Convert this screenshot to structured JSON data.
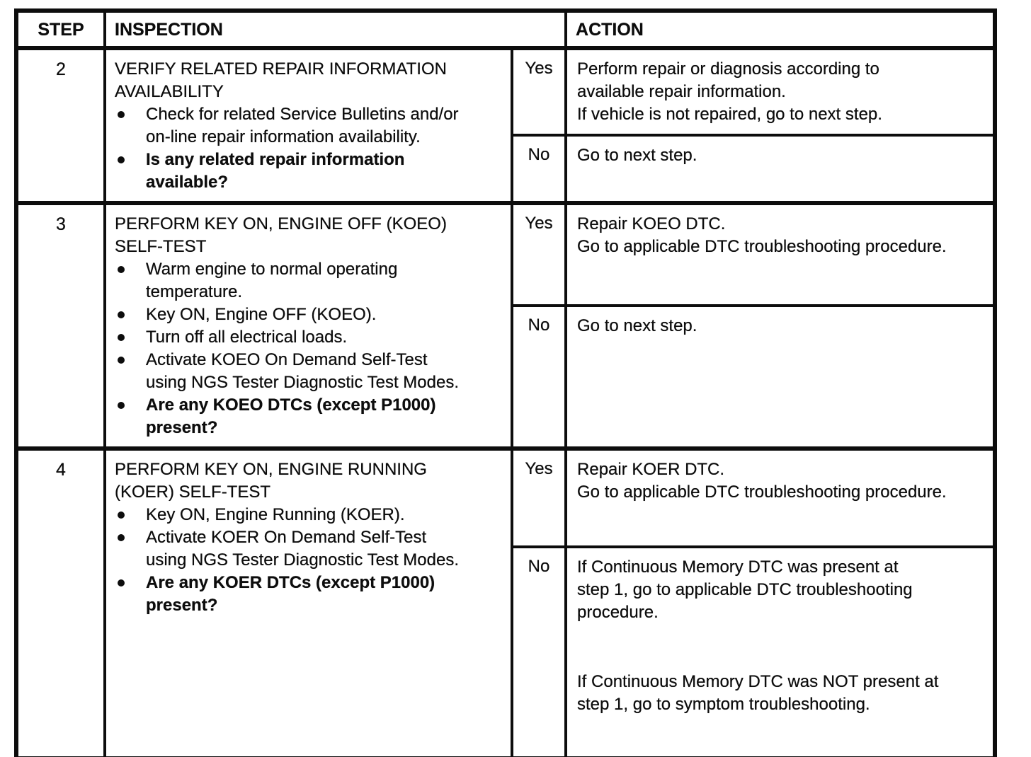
{
  "document": {
    "type": "diagnostic troubleshooting flow table",
    "headers": {
      "step": "STEP",
      "inspection": "INSPECTION",
      "action": "ACTION"
    },
    "rows": [
      {
        "step": "2",
        "title": "VERIFY RELATED REPAIR INFORMATION\nAVAILABILITY",
        "bullets": [
          {
            "text": "Check for related Service Bulletins and/or\non-line repair information availability.",
            "bold": false
          },
          {
            "text": "Is any related repair information\navailable?",
            "bold": true
          }
        ],
        "yes_label": "Yes",
        "yes_action": "Perform repair or diagnosis according to\navailable repair information.\nIf vehicle is not repaired, go to next step.",
        "no_label": "No",
        "no_action": "Go to next step."
      },
      {
        "step": "3",
        "title": "PERFORM KEY ON, ENGINE OFF (KOEO)\nSELF-TEST",
        "bullets": [
          {
            "text": "Warm engine to normal operating\ntemperature.",
            "bold": false
          },
          {
            "text": "Key ON, Engine OFF (KOEO).",
            "bold": false
          },
          {
            "text": "Turn off all electrical loads.",
            "bold": false
          },
          {
            "text": "Activate KOEO On Demand Self-Test\nusing NGS Tester Diagnostic Test Modes.",
            "bold": false
          },
          {
            "text": "Are any KOEO DTCs (except P1000)\npresent?",
            "bold": true
          }
        ],
        "yes_label": "Yes",
        "yes_action": "Repair KOEO DTC.\nGo to applicable DTC troubleshooting procedure.",
        "no_label": "No",
        "no_action": "Go to next step."
      },
      {
        "step": "4",
        "title": "PERFORM KEY ON, ENGINE RUNNING\n(KOER) SELF-TEST",
        "bullets": [
          {
            "text": "Key ON, Engine Running (KOER).",
            "bold": false
          },
          {
            "text": "Activate KOER On Demand Self-Test\nusing NGS Tester Diagnostic Test Modes.",
            "bold": false
          },
          {
            "text": "Are any KOER DTCs (except P1000)\npresent?",
            "bold": true
          }
        ],
        "yes_label": "Yes",
        "yes_action": "Repair KOER DTC.\nGo to applicable DTC troubleshooting procedure.",
        "no_label": "No",
        "no_action": "If Continuous Memory DTC was present at\nstep 1, go to applicable DTC troubleshooting\nprocedure.",
        "no_action_2": "If Continuous Memory DTC was NOT present at\nstep 1, go to symptom troubleshooting."
      }
    ]
  }
}
